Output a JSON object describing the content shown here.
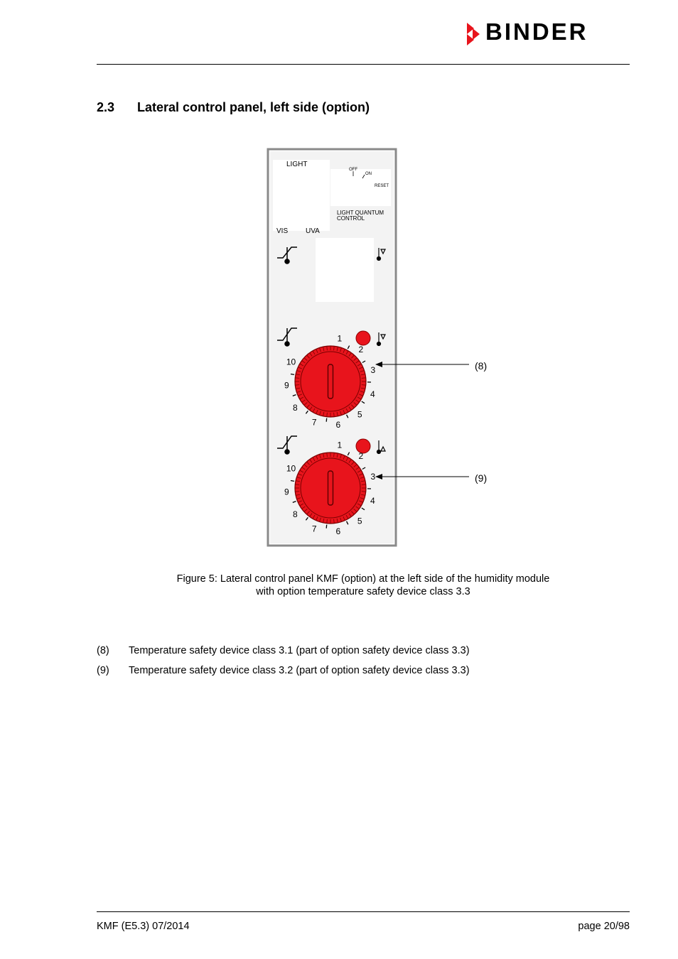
{
  "header": {
    "brand": "BINDER"
  },
  "section": {
    "number": "2.3",
    "title": "Lateral control panel, left side (option)"
  },
  "panel": {
    "labels": {
      "light": "LIGHT",
      "off": "OFF",
      "on": "ON",
      "reset": "RESET",
      "lq1": "LIGHT QUANTUM",
      "lq2": "CONTROL",
      "vis": "VIS",
      "uva": "UVA"
    },
    "dial_numbers": [
      "1",
      "2",
      "3",
      "4",
      "5",
      "6",
      "7",
      "8",
      "9",
      "10"
    ],
    "colors": {
      "dial": "#e8141c",
      "indicator": "#e8141c",
      "frame": "#8a8a8a"
    }
  },
  "callouts": {
    "c8": "(8)",
    "c9": "(9)"
  },
  "caption": {
    "line1": "Figure 5: Lateral control panel KMF (option) at the left side of the humidity module",
    "line2": "with option temperature safety device class 3.3"
  },
  "items": [
    {
      "num": "(8)",
      "text": "Temperature safety device class 3.1 (part of option safety device class 3.3)"
    },
    {
      "num": "(9)",
      "text": "Temperature safety device class 3.2 (part of option safety device class 3.3)"
    }
  ],
  "footer": {
    "left": "KMF (E5.3) 07/2014",
    "right": "page 20/98"
  }
}
